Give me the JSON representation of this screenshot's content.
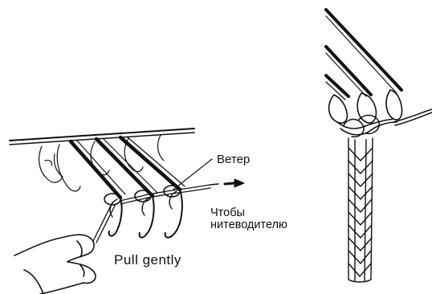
{
  "labels": {
    "veter": "Ветер",
    "chtoby_line1": "Чтобы",
    "chtoby_line2": "нитеводителю",
    "pull_gently": "Pull gently"
  },
  "colors": {
    "ink": "#111111",
    "background": "#ffffff"
  }
}
